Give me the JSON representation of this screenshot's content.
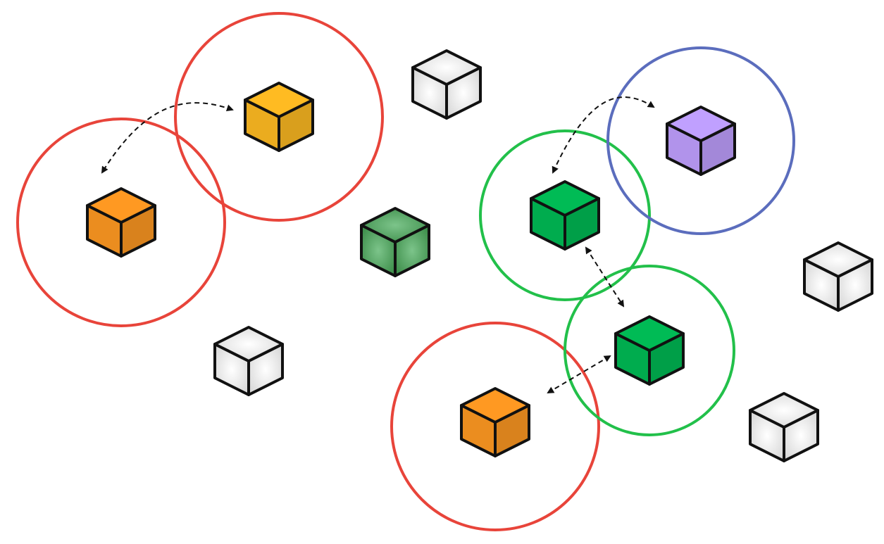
{
  "colors": {
    "range_red": "#e8443a",
    "range_green": "#22c04a",
    "range_blue": "#5b6dbd",
    "outline": "#111111",
    "node_orange": "#ff9922",
    "node_yellow": "#ffbb22",
    "node_green": "#00bb55",
    "node_purple": "#c0a0ff",
    "node_faded_green": "#4aa55a",
    "node_idle": "#f2f2f2"
  },
  "nodes": [
    {
      "id": "node-orange-left",
      "color": "node_orange",
      "icon": "cube-icon"
    },
    {
      "id": "node-yellow-top",
      "color": "node_yellow",
      "icon": "cube-icon"
    },
    {
      "id": "node-orange-bottom",
      "color": "node_orange",
      "icon": "cube-icon"
    },
    {
      "id": "node-green-upper",
      "color": "node_green",
      "icon": "cube-icon"
    },
    {
      "id": "node-green-lower",
      "color": "node_green",
      "icon": "cube-icon"
    },
    {
      "id": "node-purple",
      "color": "node_purple",
      "icon": "cube-icon"
    },
    {
      "id": "node-faded-green",
      "color": "node_faded_green",
      "icon": "cube-icon"
    },
    {
      "id": "node-idle-top",
      "color": "node_idle",
      "icon": "cube-icon"
    },
    {
      "id": "node-idle-left",
      "color": "node_idle",
      "icon": "cube-icon"
    },
    {
      "id": "node-idle-right",
      "color": "node_idle",
      "icon": "cube-icon"
    },
    {
      "id": "node-idle-bottom-right",
      "color": "node_idle",
      "icon": "cube-icon"
    }
  ],
  "ranges": [
    {
      "id": "range-orange-left",
      "color": "range_red"
    },
    {
      "id": "range-yellow-top",
      "color": "range_red"
    },
    {
      "id": "range-orange-bottom",
      "color": "range_red"
    },
    {
      "id": "range-green-upper",
      "color": "range_green"
    },
    {
      "id": "range-green-lower",
      "color": "range_green"
    },
    {
      "id": "range-purple",
      "color": "range_blue"
    }
  ],
  "links": [
    {
      "id": "link-yellow-orange",
      "style": "dashed",
      "direction": "bidirectional"
    },
    {
      "id": "link-green-purple",
      "style": "dashed",
      "direction": "bidirectional"
    },
    {
      "id": "link-green-green",
      "style": "dashed",
      "direction": "bidirectional"
    },
    {
      "id": "link-green-orange",
      "style": "dashed",
      "direction": "bidirectional"
    }
  ]
}
